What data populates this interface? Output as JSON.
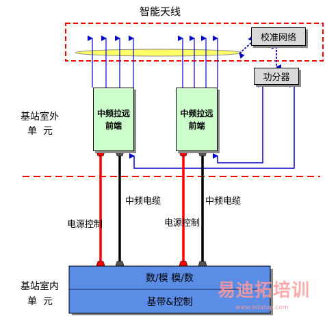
{
  "title": "智能天线",
  "calibration_label": "校准网络",
  "splitter_label": "功分器",
  "rf_front_end": {
    "line1": "中频拉远",
    "line2": "前端"
  },
  "outdoor_unit": {
    "line1": "基站室外",
    "line2": "单  元"
  },
  "indoor_unit": {
    "line1": "基站室内",
    "line2": "单  元"
  },
  "cable_labels": {
    "if_cable": "中频电缆",
    "power_control": "电源控制"
  },
  "bottom_box": {
    "top": "数/模 模/数",
    "bottom": "基带&控制"
  },
  "watermark": {
    "main": "易迪拓培训",
    "url": "www.edatop.com"
  },
  "colors": {
    "dashed_border": "#ff0000",
    "antenna": "#ffff66",
    "rf_box": "#ccffcc",
    "gray_box": "#d9d9d9",
    "bottom_box": "#5b8de6",
    "blue_line": "#0000cc",
    "power_cable": "#ff0000",
    "if_cable": "#000000"
  }
}
